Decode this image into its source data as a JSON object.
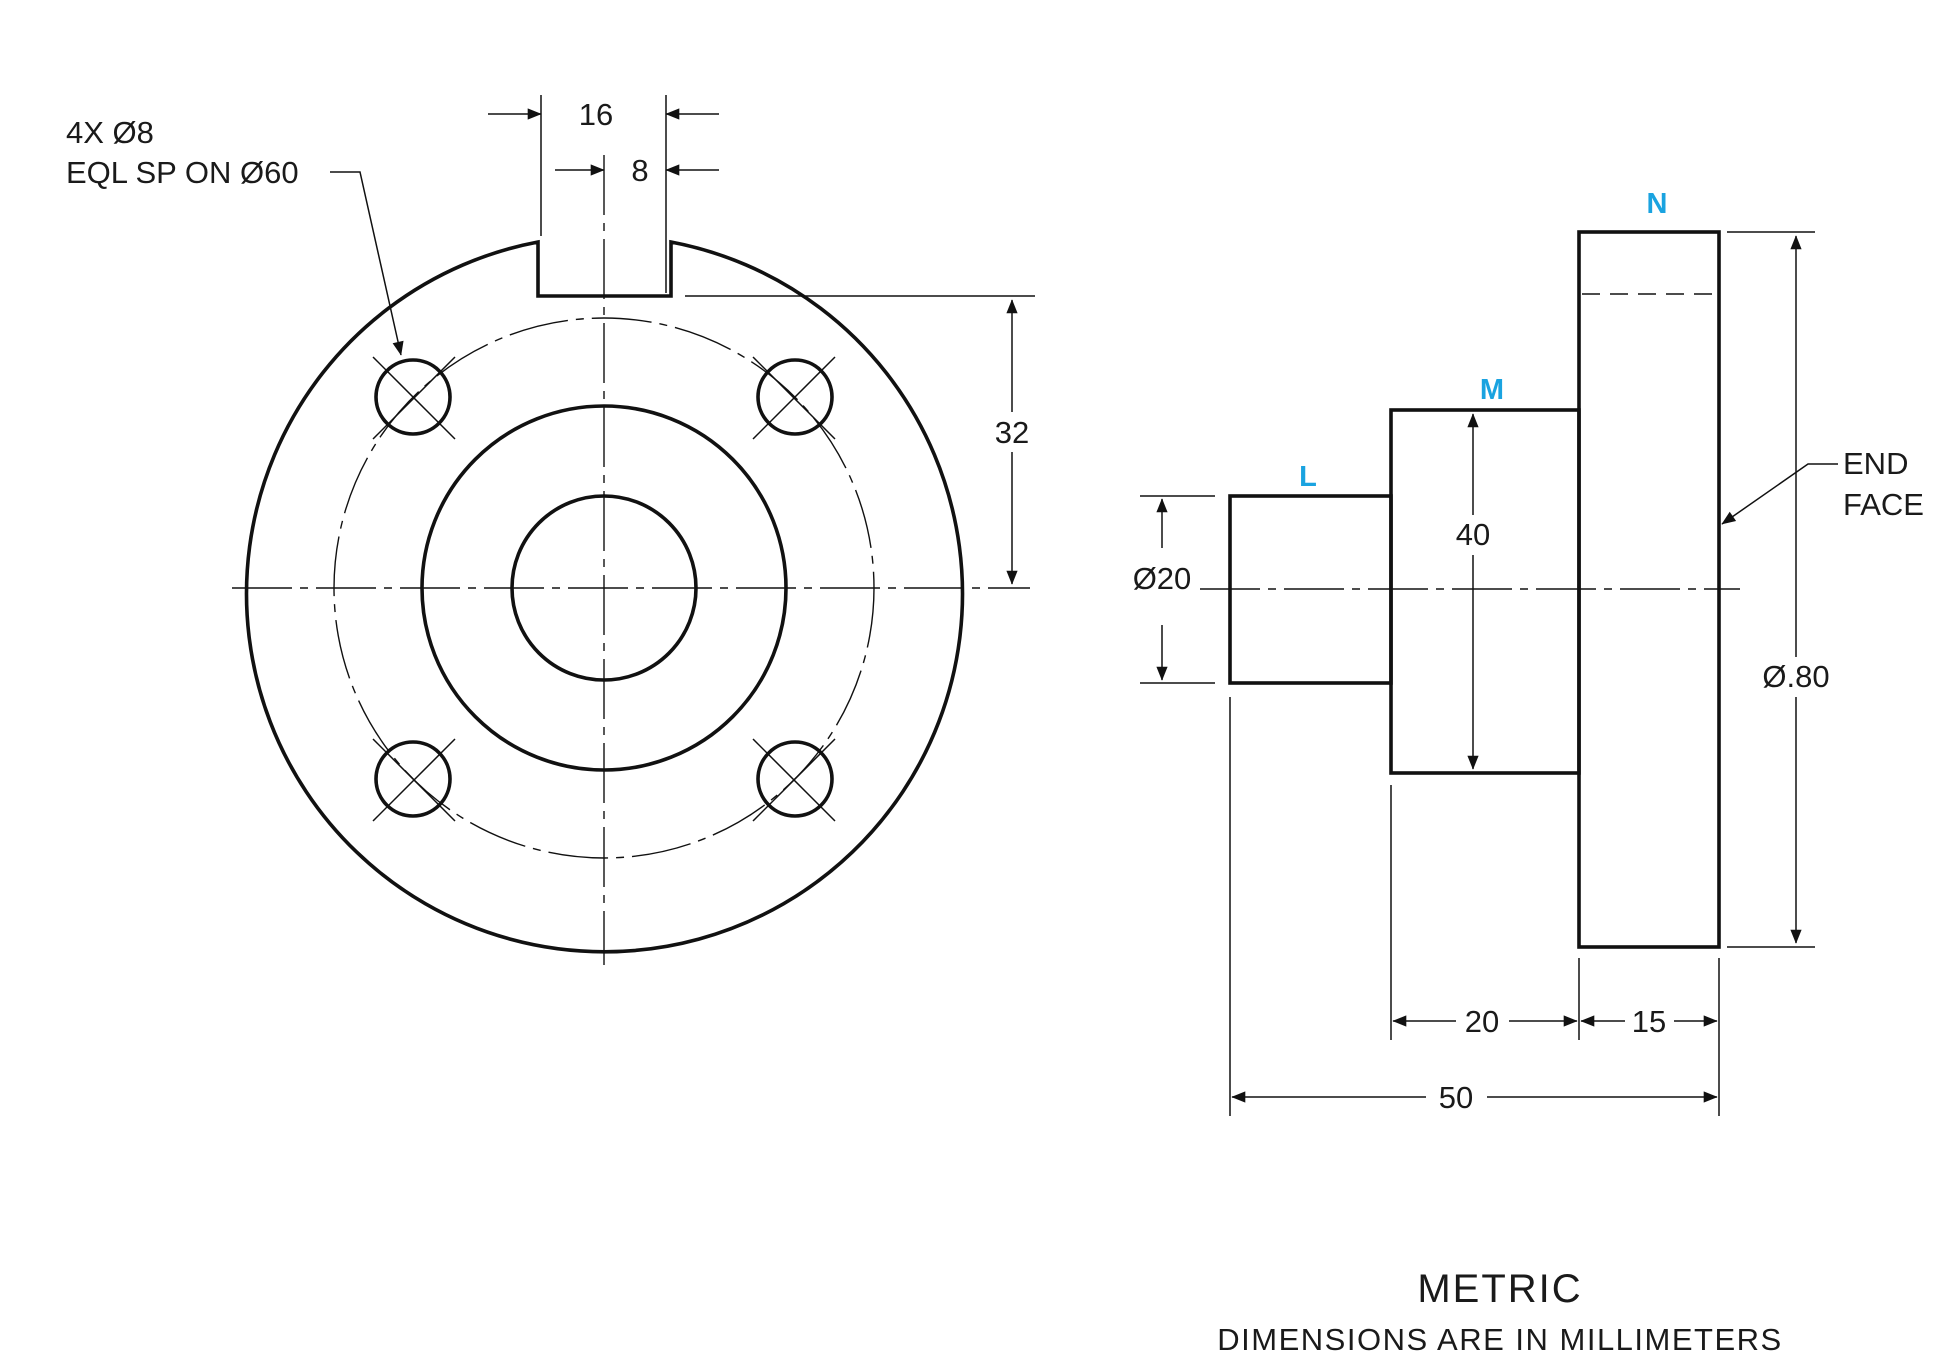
{
  "front_view": {
    "hole_note_line1": "4X Ø8",
    "hole_note_line2": "EQL SP ON Ø60",
    "slot_width": "16",
    "slot_half_width": "8",
    "slot_depth": "32"
  },
  "side_view": {
    "label_l": "L",
    "label_m": "M",
    "label_n": "N",
    "dia_l": "Ø20",
    "dia_m": "40",
    "dia_n": "Ø.80",
    "end_face_line1": "END",
    "end_face_line2": "FACE",
    "length_m": "20",
    "length_n": "15",
    "overall_length": "50",
    "label_color": "#1aa3e0"
  },
  "footer": {
    "units_title": "METRIC",
    "units_note": "DIMENSIONS ARE IN MILLIMETERS"
  }
}
